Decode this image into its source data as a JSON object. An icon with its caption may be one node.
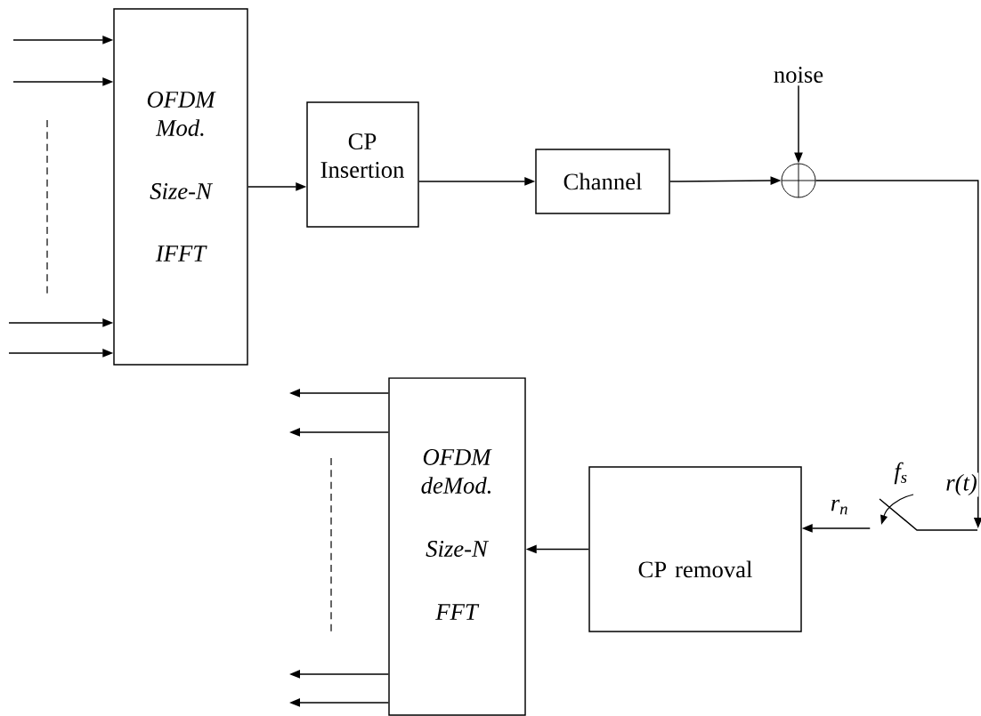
{
  "diagram": {
    "nodes": [
      {
        "text": [
          "OFDM Mod.",
          "Size-N",
          "IFFT"
        ]
      },
      {
        "text": [
          "CP Insertion"
        ]
      },
      {
        "text": [
          "Channel"
        ]
      },
      {
        "text": [],
        "shape": "circle"
      },
      {
        "text": [
          "CP removal"
        ]
      },
      {
        "text": [
          "OFDM deMod.",
          "Size-N",
          "FFT"
        ]
      },
      {
        "text": [
          "noise"
        ]
      },
      {
        "text": [],
        "shape": "switch",
        "beside": [
          "f$_{s}$"
        ]
      }
    ],
    "edges": [
      {
        "from": null,
        "to": 0,
        "arrow": "to"
      },
      {
        "from": null,
        "to": 0,
        "arrow": "to"
      },
      {
        "from": null,
        "to": 0,
        "arrow": "to"
      },
      {
        "from": null,
        "to": 0,
        "arrow": "to"
      },
      {
        "from": 0,
        "to": 1,
        "arrow": "to"
      },
      {
        "from": 1,
        "to": 2,
        "arrow": "to"
      },
      {
        "from": 2,
        "to": 3,
        "arrow": "to"
      },
      {
        "from": 6,
        "to": 3,
        "arrow": "to"
      },
      {
        "from": 3,
        "to": 7,
        "arrow": "to",
        "label": "r(t)"
      },
      {
        "from": 7,
        "to": 4,
        "arrow": "to",
        "label": "r$_{n}$"
      },
      {
        "from": 4,
        "to": 5,
        "arrow": "to"
      },
      {
        "from": 5,
        "to": null,
        "arrow": "to"
      },
      {
        "from": 5,
        "to": null,
        "arrow": "to"
      },
      {
        "from": 5,
        "to": null,
        "arrow": "to"
      },
      {
        "from": 5,
        "to": null,
        "arrow": "to"
      }
    ]
  }
}
